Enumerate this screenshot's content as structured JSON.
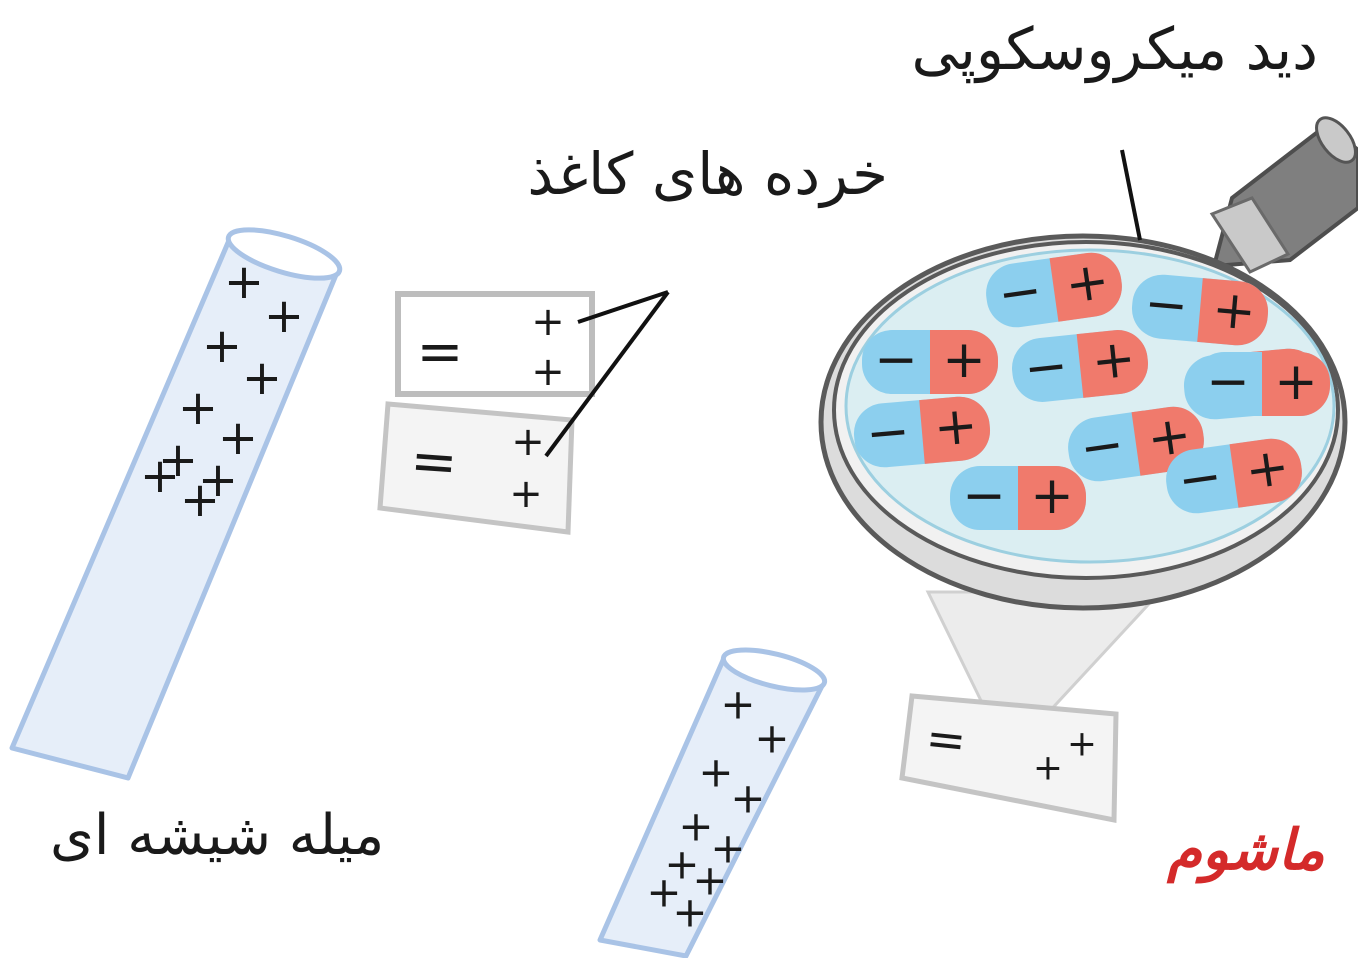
{
  "labels": {
    "microscope_view": "دید میکروسکوپی",
    "paper_scraps": "خرده های کاغذ",
    "glass_rod": "میله شیشه ای"
  },
  "logo": {
    "text": "ماشوم"
  },
  "symbols": {
    "plus": "+",
    "minus": "−",
    "double_minus": "="
  },
  "colors": {
    "rod_outline": "#a9c3e6",
    "rod_fill": "#e6eef9",
    "dipole_negative": "#8ccfee",
    "dipole_positive": "#f07a6c",
    "lens_fill": "#dbeef2",
    "lens_rim": "#5a5a5a",
    "paper_outline": "#c4c4c4",
    "logo": "#d42a2a"
  },
  "diagram": {
    "dipole_count": 10,
    "rod_left_charges": 10,
    "rod_small_charges": 10
  }
}
